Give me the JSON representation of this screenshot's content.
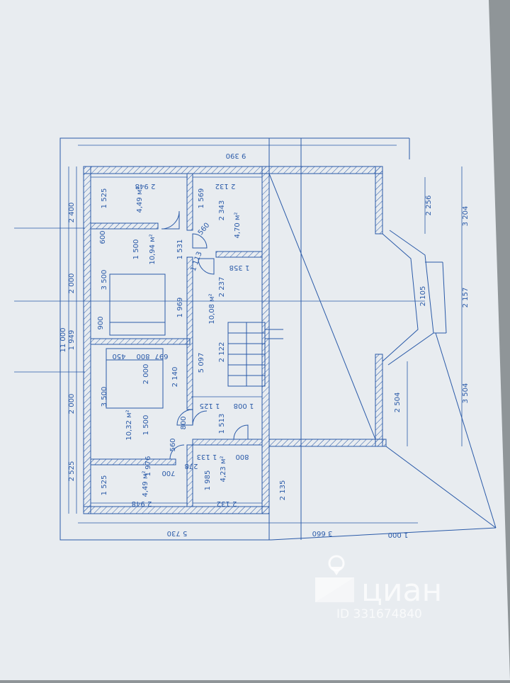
{
  "plan": {
    "dims_top": {
      "overall": "9 390",
      "left_room": "2 948",
      "right_room": "2 132"
    },
    "dims_bottom": {
      "overall_left": "5 730",
      "overall_right": "3 660",
      "offset": "1 000",
      "left_room": "2 948",
      "right_room": "2 132"
    },
    "dims_left": [
      "2 400",
      "2 000",
      "11 000",
      "1 949",
      "2 000",
      "2 525"
    ],
    "dims_right": [
      "2 256",
      "3 204",
      "2 105",
      "2 157",
      "2 504",
      "3 504"
    ],
    "interior_dims": [
      "1 525",
      "600",
      "1 500",
      "3 500",
      "900",
      "1 569",
      "2 343",
      "560",
      "1 531",
      "1 113",
      "1 358",
      "2 237",
      "1 969",
      "5 097",
      "2 122",
      "450",
      "800",
      "697",
      "2 000",
      "2 140",
      "3 500",
      "1 500",
      "800",
      "1 125",
      "1 513",
      "1 008",
      "560",
      "1 133",
      "800",
      "1 976",
      "700",
      "278",
      "1 985",
      "1 525",
      "2 135"
    ],
    "areas": {
      "room_top_left": "4,49 м²",
      "room_top_right": "4,70 м²",
      "room_mid_left": "10,94 м²",
      "hall": "10,08 м²",
      "room_low_left": "10,32 м²",
      "room_bottom_left": "4,49 м²",
      "room_bottom_right": "4,23 м²"
    }
  },
  "watermark": {
    "brand": "циан",
    "id": "ID 331674840"
  },
  "colors": {
    "paper": "#e8ecf0",
    "lines": "#2a5aa8",
    "background": "#8f9598"
  }
}
